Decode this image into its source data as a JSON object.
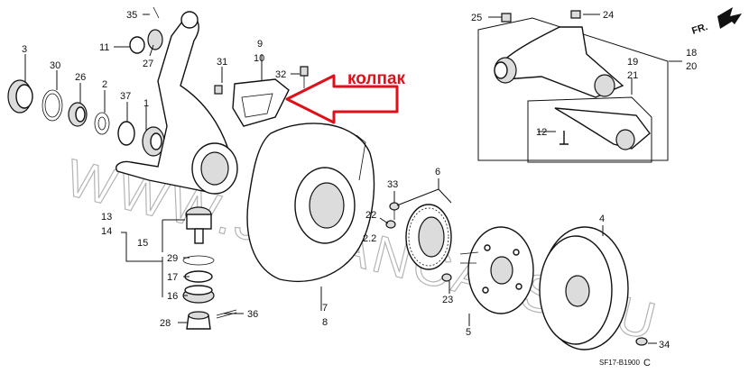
{
  "watermark": "WWW.JAPANCATS.RU",
  "annotation": {
    "text": "колпак",
    "color": "#e0101a"
  },
  "direction": {
    "label": "FR."
  },
  "footer": {
    "code": "SF17-B1900",
    "suffix": "C"
  },
  "small_label": "2.2",
  "labels": {
    "p1": "1",
    "p2": "2",
    "p3": "3",
    "p4": "4",
    "p5": "5",
    "p6": "6",
    "p7": "7",
    "p8": "8",
    "p9": "9",
    "p10": "10",
    "p11": "11",
    "p12": "12",
    "p13": "13",
    "p14": "14",
    "p15": "15",
    "p16": "16",
    "p17": "17",
    "p18": "18",
    "p19": "19",
    "p20": "20",
    "p21": "21",
    "p22": "22",
    "p23": "23",
    "p24": "24",
    "p25": "25",
    "p26": "26",
    "p27": "27",
    "p28": "28",
    "p29": "29",
    "p30": "30",
    "p31": "31",
    "p32": "32",
    "p33": "33",
    "p34": "34",
    "p35": "35",
    "p36": "36",
    "p37": "37"
  }
}
